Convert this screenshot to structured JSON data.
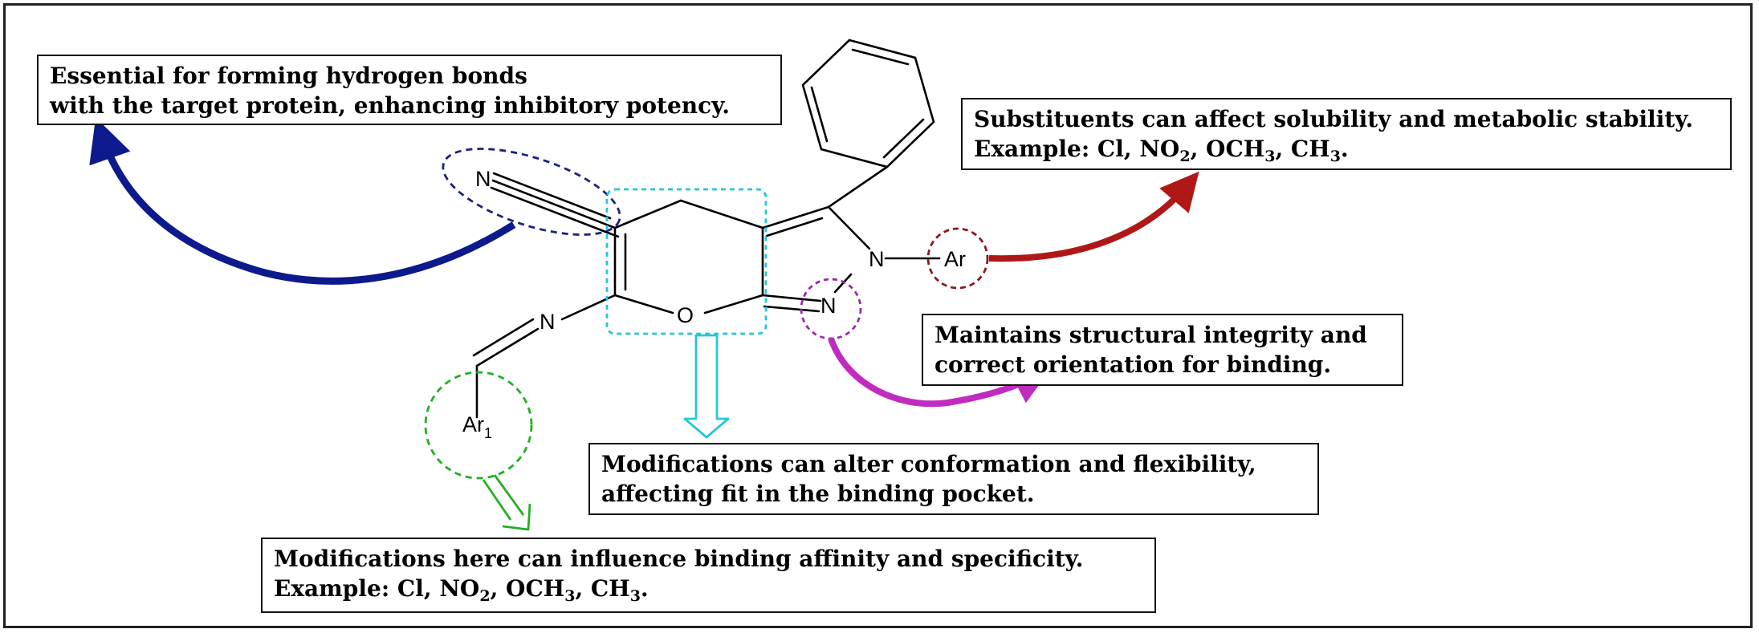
{
  "annotations": {
    "hbond": {
      "line1": "Essential for forming hydrogen bonds",
      "line2": "with the target protein, enhancing inhibitory potency."
    },
    "substituents": {
      "line1": "Substituents can affect solubility and metabolic stability.",
      "example_prefix": "Example:  Cl, NO",
      "sub_2": "2",
      "mid1": ", OCH",
      "sub_3a": "3",
      "mid2": ", CH",
      "sub_3b": "3",
      "end": "."
    },
    "integrity": {
      "line1": "Maintains structural integrity and",
      "line2": "correct orientation for binding."
    },
    "conformation": {
      "line1": "Modifications can alter conformation and flexibility,",
      "line2": "affecting fit in the binding pocket."
    },
    "affinity": {
      "line1": "Modifications here can influence binding affinity and specificity.",
      "example_prefix": "Example: Cl, NO",
      "sub_2": "2",
      "mid1": ", OCH",
      "sub_3a": "3",
      "mid2": ", CH",
      "sub_3b": "3",
      "end": "."
    }
  },
  "atoms": {
    "nitrile_n": "N",
    "ring_o": "O",
    "imine_n": "N",
    "pyrazole_n1": "N",
    "pyrazole_n2": "N",
    "ar": "Ar",
    "ar1": "Ar",
    "ar1_sub": "1"
  },
  "colors": {
    "nitrile_highlight": "#1a237e",
    "arrow_blue": "#0d1a8c",
    "ring_highlight": "#26c6da",
    "arrow_cyan": "#26c6da",
    "ar_highlight": "#8b1a1a",
    "arrow_red": "#b01717",
    "pyrazole_n_highlight": "#9c27b0",
    "arrow_magenta": "#c02bc0",
    "ar1_highlight": "#22b022",
    "arrow_green": "#22b022"
  }
}
